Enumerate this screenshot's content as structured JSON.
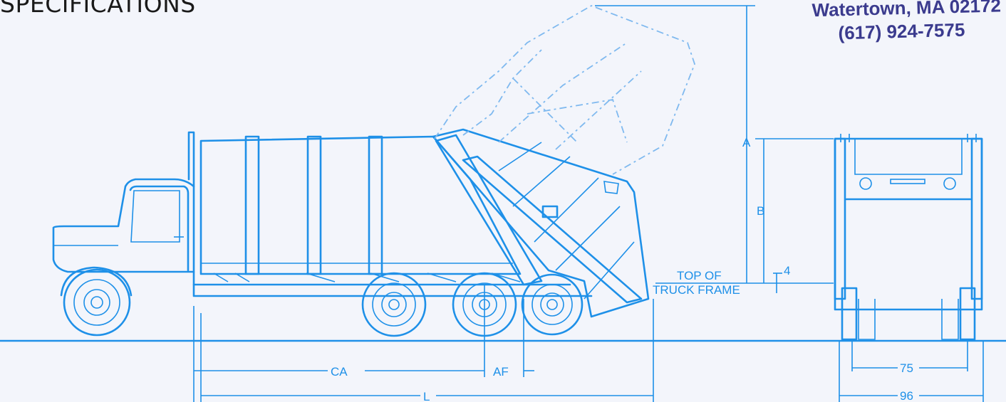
{
  "heading": "SPECIFICATIONS",
  "stamp": {
    "address": "Watertown, MA 02172",
    "phone": "(617) 924-7575"
  },
  "labels": {
    "A": "A",
    "B": "B",
    "four": "4",
    "frame_line1": "TOP OF",
    "frame_line2": "TRUCK FRAME",
    "CA": "CA",
    "AF": "AF",
    "L": "L",
    "w75": "75",
    "w96": "96"
  },
  "colors": {
    "line": "#1e90e8",
    "stamp": "#3b3b8e",
    "paper": "#f3f5fb"
  }
}
